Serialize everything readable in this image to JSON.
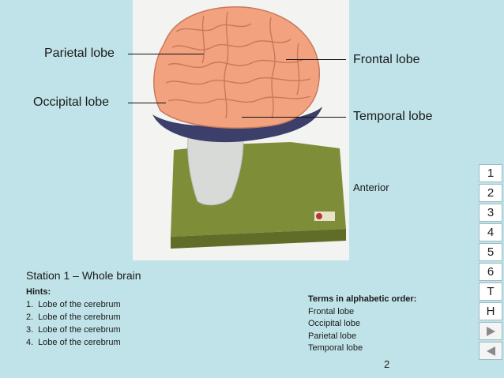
{
  "slide": {
    "labels": {
      "parietal": "Parietal lobe",
      "occipital": "Occipital lobe",
      "frontal": "Frontal lobe",
      "temporal": "Temporal lobe",
      "anterior": "Anterior"
    },
    "station_title": "Station 1 – Whole brain",
    "hints": {
      "title": "Hints:",
      "items": [
        {
          "num": "1.",
          "text": "Lobe of the cerebrum"
        },
        {
          "num": "2.",
          "text": "Lobe of the cerebrum"
        },
        {
          "num": "3.",
          "text": "Lobe of the cerebrum"
        },
        {
          "num": "4.",
          "text": "Lobe of the cerebrum"
        }
      ]
    },
    "terms": {
      "title": "Terms in alphabetic order:",
      "items": [
        "Frontal lobe",
        "Occipital lobe",
        "Parietal lobe",
        "Temporal lobe"
      ]
    },
    "page_number": "2"
  },
  "nav": {
    "buttons": [
      "1",
      "2",
      "3",
      "4",
      "5",
      "6",
      "T",
      "H"
    ],
    "next_icon": "play-right-icon",
    "prev_icon": "play-left-icon"
  },
  "colors": {
    "background": "#bfe3e8",
    "brain": "#f2a27f",
    "base": "#7f8f3a"
  }
}
